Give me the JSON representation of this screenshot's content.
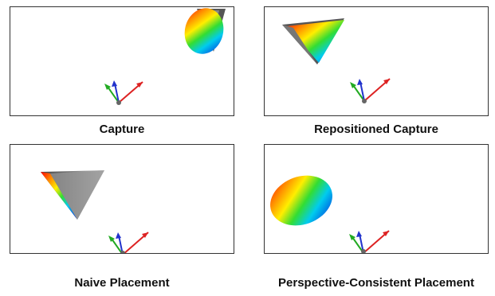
{
  "captions": {
    "capture": "Capture",
    "repositioned": "Repositioned Capture",
    "naive": "Naive Placement",
    "perspective": "Perspective-Consistent Placement"
  },
  "colors": {
    "axis_x": "#dd2222",
    "axis_y": "#22aa22",
    "axis_z": "#2233cc",
    "frustum_gray": "#666666"
  }
}
